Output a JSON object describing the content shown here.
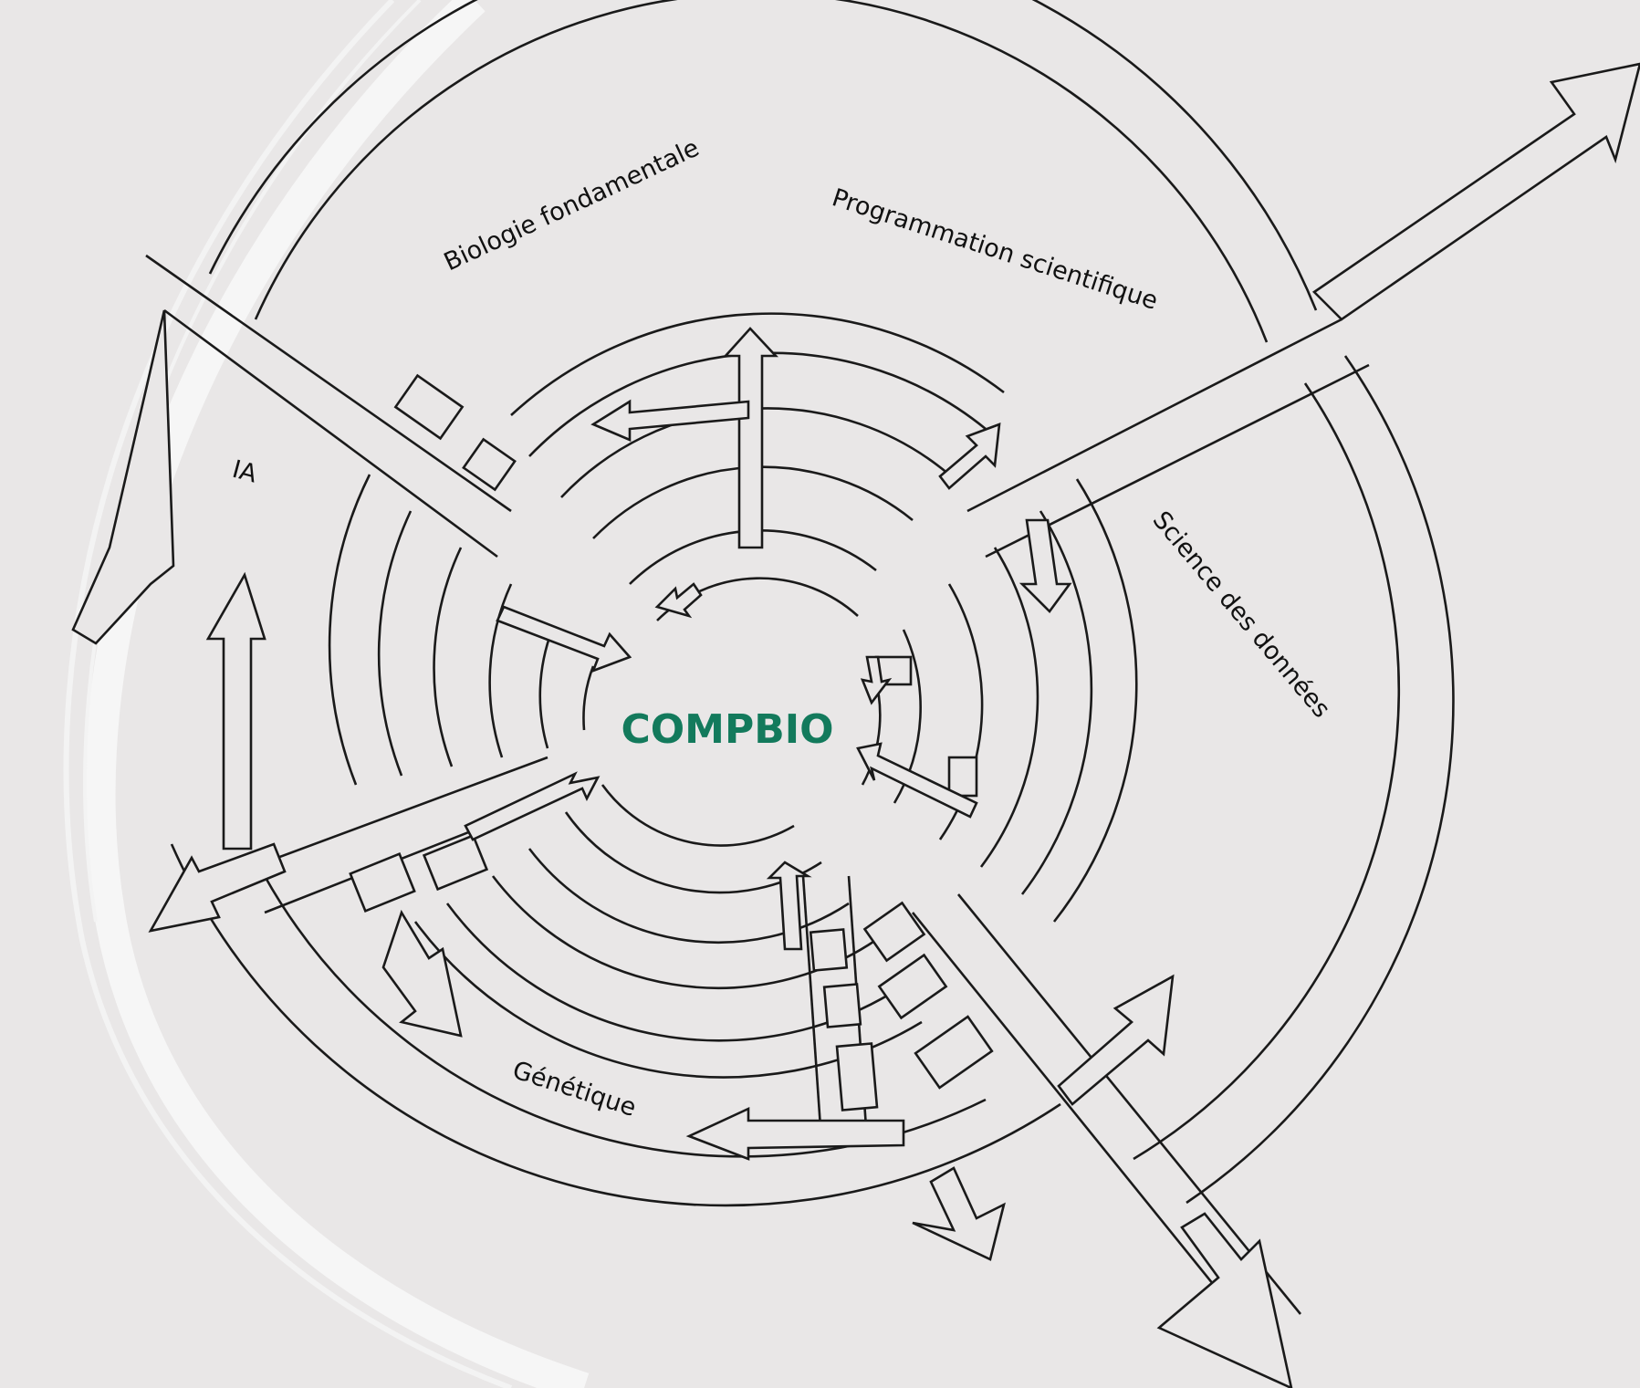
{
  "diagram": {
    "center_label": "COMPBIO",
    "sections": [
      {
        "id": "bio",
        "label": "Biologie  fondamentale"
      },
      {
        "id": "prog",
        "label": "Programmation scientifique"
      },
      {
        "id": "ia",
        "label": "IA"
      },
      {
        "id": "data",
        "label": "Science des données"
      },
      {
        "id": "gen",
        "label": "Génétique"
      }
    ]
  },
  "colors": {
    "background": "#e9e7e7",
    "center_label": "#137a5c",
    "line": "#1a1a1a",
    "swoosh": "#f6f6f6"
  }
}
